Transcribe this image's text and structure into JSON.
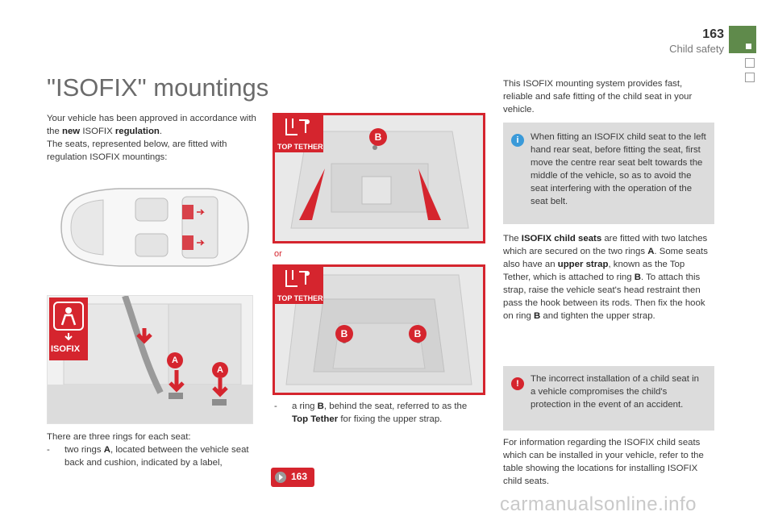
{
  "header": {
    "page_number": "163",
    "section": "Child safety"
  },
  "title": "\"ISOFIX\" mountings",
  "intro": {
    "p1_pre": "Your vehicle has been approved in accordance with the ",
    "p1_new": "new",
    "p1_mid": " ISOFIX ",
    "p1_reg": "regulation",
    "p1_end": ".",
    "p2": "The seats, represented below, are fitted with regulation ISOFIX mountings:"
  },
  "isofix_label": "ISOFIX",
  "ring_labels": {
    "a": "A",
    "b": "B"
  },
  "top_tether_label": "TOP TETHER",
  "or_text": "or",
  "rings_text": {
    "intro": "There are three rings for each seat:",
    "item1_dash": "-",
    "item1_pre": "two rings ",
    "item1_ring": "A",
    "item1_post": ", located between the vehicle seat back and cushion, indicated by a label,",
    "item2_dash": "-",
    "item2_pre": "a ring ",
    "item2_ring": "B",
    "item2_mid": ", behind the seat, referred to as the ",
    "item2_bold": "Top Tether",
    "item2_post": " for fixing the upper strap."
  },
  "reference_badge": "163",
  "right": {
    "p1": "This ISOFIX mounting system provides fast, reliable and safe fitting of the child seat in your vehicle.",
    "info_note": "When fitting an ISOFIX child seat to the left hand rear seat, before fitting the seat, first move the centre rear seat belt towards the middle of the vehicle, so as to avoid the seat interfering with the operation of the seat belt.",
    "p2_pre": "The ",
    "p2_bold1": "ISOFIX child seats",
    "p2_a": " are fitted with two latches which are secured on the two rings ",
    "p2_ringA": "A",
    "p2_b": ". Some seats also have an ",
    "p2_bold2": "upper strap",
    "p2_c": ", known as the Top Tether, which is attached to ring ",
    "p2_ringB": "B",
    "p2_d": ". To attach this strap, raise the vehicle seat's head restraint then pass the hook between its rods. Then fix the hook on ring ",
    "p2_ringB2": "B",
    "p2_e": " and tighten the upper strap.",
    "warning_note": "The incorrect installation of a child seat in a vehicle compromises the child's protection in the event of an accident.",
    "p3": "For information regarding the ISOFIX child seats which can be installed in your vehicle, refer to the table showing the locations for installing ISOFIX child seats."
  },
  "watermark": "carmanualsonline.info",
  "colors": {
    "accent_red": "#d5252e",
    "tab_green": "#5f8a4b",
    "note_bg": "#dcdcdc",
    "info_blue": "#3a9ad9"
  }
}
